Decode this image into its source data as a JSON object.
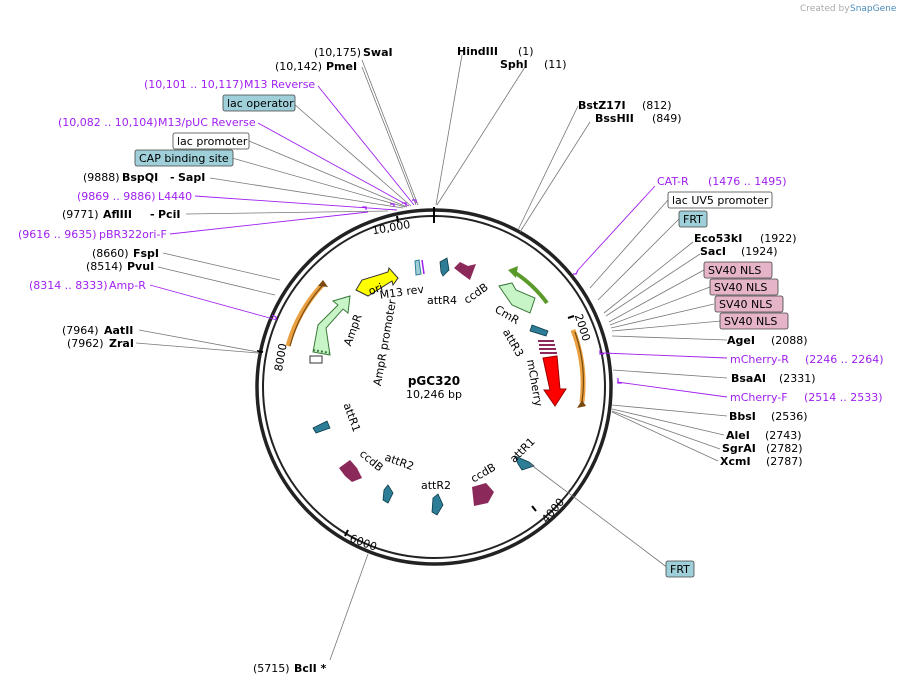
{
  "watermark": {
    "prefix": "Created by",
    "brand": "SnapGene"
  },
  "plasmid": {
    "name": "pGC320",
    "size": "10,246 bp"
  },
  "scale_ticks": [
    "10,000",
    "2000",
    "4000",
    "6000",
    "8000"
  ],
  "left_labels": [
    {
      "pos": "(10,175)",
      "name": "SwaI",
      "type": "enzyme"
    },
    {
      "pos": "(10,142)",
      "name": "PmeI",
      "type": "enzyme"
    },
    {
      "pos": "(10,101 .. 10,117)",
      "name": "M13 Reverse",
      "type": "primer"
    },
    {
      "name": "lac operator",
      "type": "box-teal"
    },
    {
      "pos": "(10,082 .. 10,104)",
      "name": "M13/pUC Reverse",
      "type": "primer"
    },
    {
      "name": "lac promoter",
      "type": "box-white"
    },
    {
      "name": "CAP binding site",
      "type": "box-teal"
    },
    {
      "pos": "(9888)",
      "name": "BspQI",
      "extra": "SapI",
      "type": "enzyme"
    },
    {
      "pos": "(9869 .. 9886)",
      "name": "L4440",
      "type": "primer"
    },
    {
      "pos": "(9771)",
      "name": "AflIII",
      "extra": "PciI",
      "type": "enzyme"
    },
    {
      "pos": "(9616 .. 9635)",
      "name": "pBR322ori-F",
      "type": "primer"
    },
    {
      "pos": "(8660)",
      "name": "FspI",
      "type": "enzyme"
    },
    {
      "pos": "(8514)",
      "name": "PvuI",
      "type": "enzyme"
    },
    {
      "pos": "(8314 .. 8333)",
      "name": "Amp-R",
      "type": "primer"
    },
    {
      "pos": "(7964)",
      "name": "AatII",
      "type": "enzyme"
    },
    {
      "pos": "(7962)",
      "name": "ZraI",
      "type": "enzyme"
    }
  ],
  "right_labels": [
    {
      "name": "HindIII",
      "pos": "(1)",
      "type": "enzyme"
    },
    {
      "name": "SphI",
      "pos": "(11)",
      "type": "enzyme"
    },
    {
      "name": "BstZ17I",
      "pos": "(812)",
      "type": "enzyme"
    },
    {
      "name": "BssHII",
      "pos": "(849)",
      "type": "enzyme"
    },
    {
      "name": "CAT-R",
      "pos": "(1476 .. 1495)",
      "type": "primer"
    },
    {
      "name": "lac UV5 promoter",
      "type": "box-white"
    },
    {
      "name": "FRT",
      "type": "box-teal"
    },
    {
      "name": "Eco53kI",
      "pos": "(1922)",
      "type": "enzyme"
    },
    {
      "name": "SacI",
      "pos": "(1924)",
      "type": "enzyme"
    },
    {
      "name": "SV40 NLS",
      "type": "box-pink"
    },
    {
      "name": "SV40 NLS",
      "type": "box-pink"
    },
    {
      "name": "SV40 NLS",
      "type": "box-pink"
    },
    {
      "name": "SV40 NLS",
      "type": "box-pink"
    },
    {
      "name": "AgeI",
      "pos": "(2088)",
      "type": "enzyme"
    },
    {
      "name": "mCherry-R",
      "pos": "(2246 .. 2264)",
      "type": "primer"
    },
    {
      "name": "BsaAI",
      "pos": "(2331)",
      "type": "enzyme"
    },
    {
      "name": "mCherry-F",
      "pos": "(2514 .. 2533)",
      "type": "primer"
    },
    {
      "name": "BbsI",
      "pos": "(2536)",
      "type": "enzyme"
    },
    {
      "name": "AleI",
      "pos": "(2743)",
      "type": "enzyme"
    },
    {
      "name": "SgrAI",
      "pos": "(2782)",
      "type": "enzyme"
    },
    {
      "name": "XcmI",
      "pos": "(2787)",
      "type": "enzyme"
    },
    {
      "name": "FRT",
      "type": "box-teal"
    }
  ],
  "bottom_label": {
    "pos": "(5715)",
    "name": "BclI *"
  },
  "inner_features": {
    "ori": "ori",
    "m13rev": "M13 rev",
    "attR4": "attR4",
    "ccdB_top": "ccdB",
    "CmR": "CmR",
    "attR3": "attR3",
    "mCherry": "mCherry",
    "attR1_right": "attR1",
    "ccdB_bottom": "ccdB",
    "attR2_bottom": "attR2",
    "attR2_left": "attR2",
    "ccdB_left": "ccdB",
    "attR1_left": "attR1",
    "AmpR_promoter": "AmpR promoter",
    "AmpR": "AmpR"
  },
  "colors": {
    "primer": "#a020f0",
    "box_teal": "#9fcfd9",
    "box_pink": "#e6b4c8",
    "ccdB": "#8b2a5a",
    "att": "#2e7d96",
    "mCherry": "#ff0000",
    "ori": "#ffff00",
    "resistance": "#c8f5c8",
    "orange_arc": "#e8a040"
  }
}
